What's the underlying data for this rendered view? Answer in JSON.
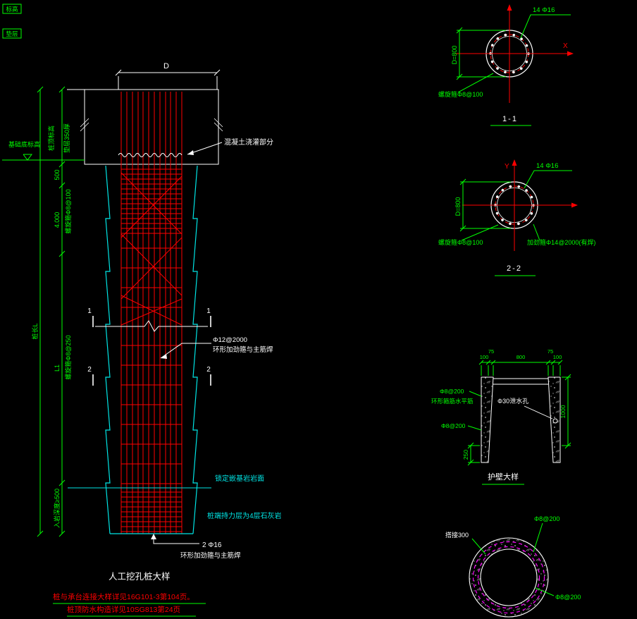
{
  "corner_tags": {
    "tag1": "标高",
    "tag2": "垫层"
  },
  "pile": {
    "dim_d": "D",
    "pour_note": "混凝土浇灌部分",
    "level_note": "基础底标高",
    "top_label_1": "桩顶标高",
    "top_label_2": "垫层350厚",
    "dim_500": "500",
    "dim_4000": "4.000",
    "dim_l1": "L1",
    "dim_rock": "入岩深度≥500",
    "dim_total": "桩长L",
    "spiral_100": "螺旋箍Φ8@100",
    "spiral_250": "螺旋箍Φ8@250",
    "mark_1": "1",
    "mark_2": "2",
    "stiff_1": "Φ12@2000",
    "stiff_2": "环形加劲箍与主筋焊",
    "rock_line": "锁定嵌基岩岩面",
    "bearing": "桩端持力层为4层石灰岩",
    "bottom_1": "2 Φ16",
    "bottom_2": "环形加劲箍与主筋焊",
    "title": "人工挖孔桩大样"
  },
  "section11": {
    "bars": "14 Φ16",
    "axis_x": "X",
    "dim": "D=800",
    "spiral": "螺旋箍Φ8@100",
    "title": "1-1"
  },
  "section22": {
    "bars": "14 Φ16",
    "axis_y": "Y",
    "dim": "D=800",
    "spiral": "螺旋箍Φ8@100",
    "stiffener": "加劲箍Φ14@2000(有焊)",
    "title": "2-2"
  },
  "wall": {
    "dims_top": [
      "100",
      "75",
      "800",
      "75",
      "100"
    ],
    "bar_v": "Φ8@200",
    "bar_v2": "环形箍筋水平筋",
    "bar_b": "Φ8@200",
    "weep": "Φ30泄水孔",
    "dim_h": "1000",
    "dim_b": "250",
    "title": "护壁大样"
  },
  "ring": {
    "lap": "搭接300",
    "outer_bar": "Φ8@200",
    "inner_bar": "Φ8@200"
  },
  "notes": {
    "line1": "桩与承台连接大样详见16G101-3第104页。",
    "line2": "桩顶防水构造详见10SG813第24页"
  },
  "colors": {
    "rebar_red": "#ff0000",
    "dim_green": "#00ff00",
    "outline_cyan": "#00ffff",
    "text_white": "#ffffff",
    "bar_magenta": "#ff00ff",
    "background": "#000000"
  }
}
